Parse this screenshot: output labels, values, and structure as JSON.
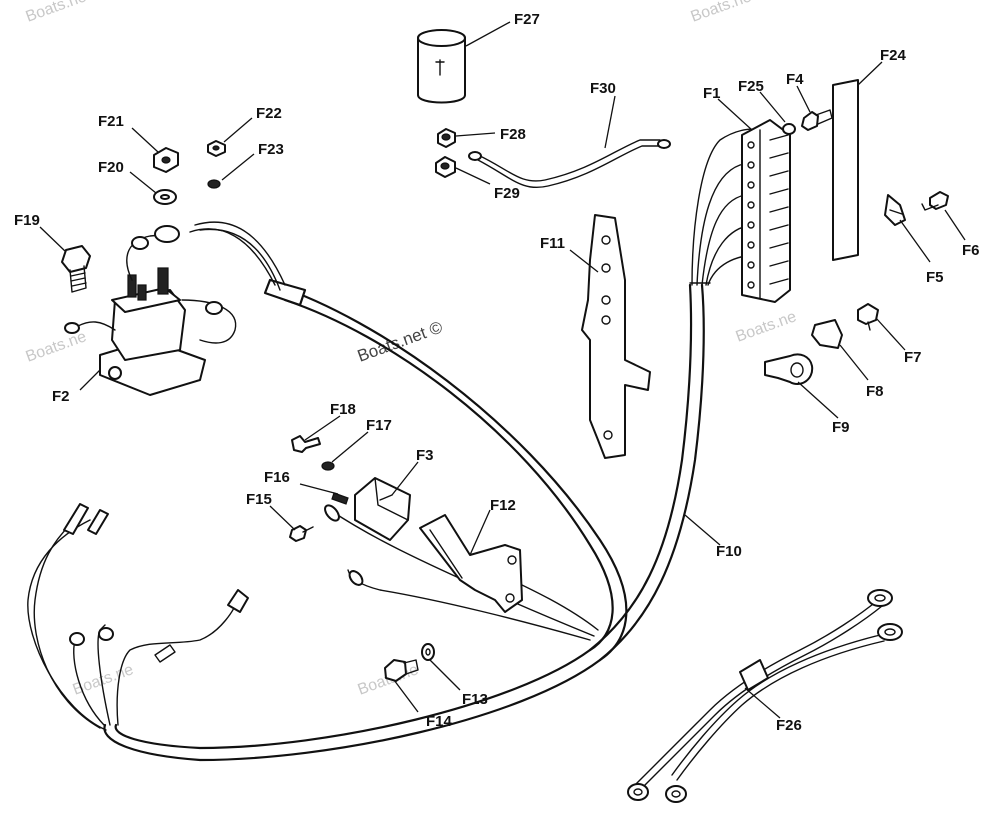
{
  "watermark": "Boats.net ©",
  "watermark_marks": [
    "Boats.ne",
    "Boats.ne",
    "Boats.ne",
    "Boats.ne",
    "Boats.ne",
    "Boats.ne"
  ],
  "labels": {
    "F1": "F1",
    "F2": "F2",
    "F3": "F3",
    "F4": "F4",
    "F5": "F5",
    "F6": "F6",
    "F7": "F7",
    "F8": "F8",
    "F9": "F9",
    "F10": "F10",
    "F11": "F11",
    "F12": "F12",
    "F13": "F13",
    "F14": "F14",
    "F15": "F15",
    "F16": "F16",
    "F17": "F17",
    "F18": "F18",
    "F19": "F19",
    "F20": "F20",
    "F21": "F21",
    "F22": "F22",
    "F23": "F23",
    "F24": "F24",
    "F25": "F25",
    "F26": "F26",
    "F27": "F27",
    "F28": "F28",
    "F29": "F29",
    "F30": "F30"
  }
}
